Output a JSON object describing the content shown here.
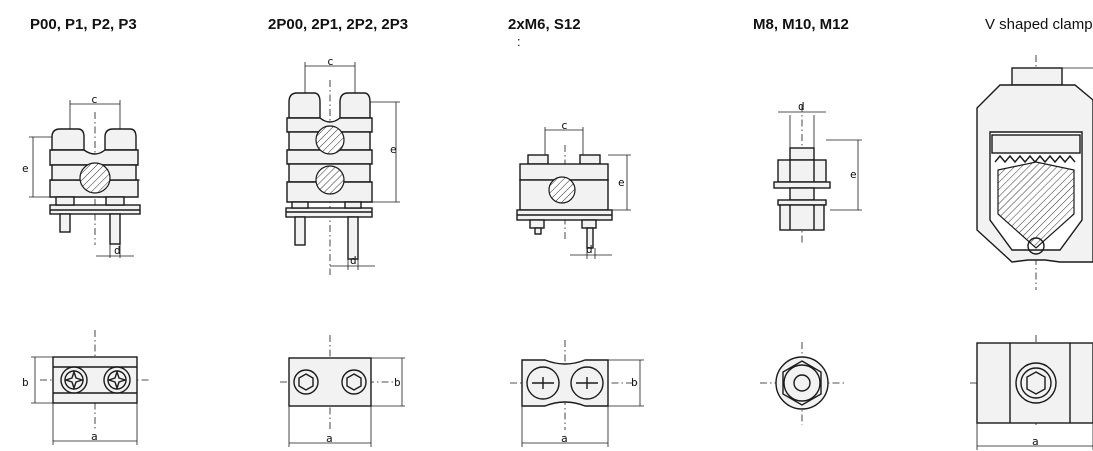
{
  "titles": {
    "t1": "P00, P1, P2, P3",
    "t2": "2P00, 2P1, 2P2, 2P3",
    "t3": "2xM6, S12",
    "t4": "M8, M10, M12",
    "t5": "V shaped clamp"
  },
  "marks": {
    "t3_extra": ":"
  },
  "dims": {
    "a": "a",
    "b": "b",
    "c": "c",
    "d": "d",
    "e": "e"
  }
}
